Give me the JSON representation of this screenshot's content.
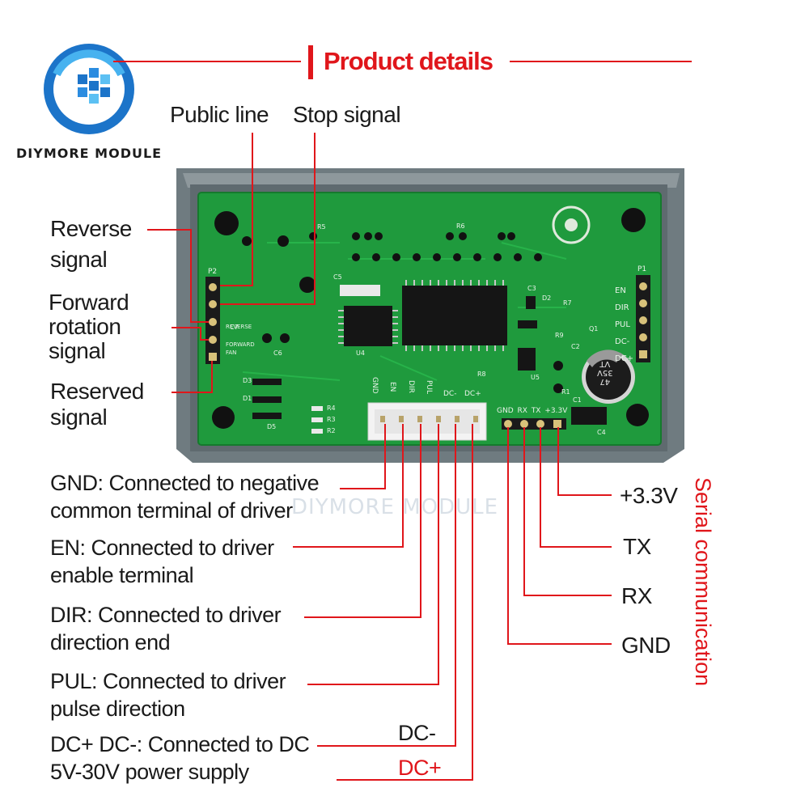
{
  "brand": {
    "name": "DIYMORE MODULE"
  },
  "header": {
    "title": "Product details"
  },
  "watermark": "DIYMORE MODULE",
  "top_labels": {
    "public_line": "Public line",
    "stop_signal": "Stop signal"
  },
  "left_labels": {
    "reverse": [
      "Reverse",
      "signal"
    ],
    "forward": [
      "Forward",
      "rotation",
      "signal"
    ],
    "reserved": [
      "Reserved",
      "signal"
    ]
  },
  "bottom_labels": {
    "gnd": [
      "GND: Connected to negative",
      "common terminal of driver"
    ],
    "en": [
      "EN: Connected to driver",
      "enable terminal"
    ],
    "dir": [
      "DIR: Connected to driver",
      "direction end"
    ],
    "pul": [
      "PUL: Connected to driver",
      "pulse direction"
    ],
    "dc": [
      "DC+ DC-: Connected to DC",
      "5V-30V power supply"
    ],
    "dc_minus": "DC-",
    "dc_plus": "DC+"
  },
  "serial": {
    "title": "Serial communication",
    "pins": {
      "v33": "+3.3V",
      "tx": "TX",
      "rx": "RX",
      "gnd": "GND"
    }
  },
  "board": {
    "left_header": "P2",
    "right_header": "P1",
    "right_pins": [
      "EN",
      "DIR",
      "PUL",
      "DC-",
      "DC+"
    ],
    "bottom_pins": [
      "GND",
      "EN",
      "DIR",
      "PUL",
      "DC-",
      "DC+"
    ],
    "serial_pins": [
      "GND",
      "RX",
      "TX",
      "+3.3V"
    ],
    "silk_left": [
      "REVERSE",
      "FORWARD",
      "FAN"
    ],
    "components": [
      "R5",
      "R6",
      "C5",
      "C3",
      "D2",
      "R7",
      "R9",
      "C2",
      "Q1",
      "U4",
      "U5",
      "C6",
      "C7",
      "D3",
      "D1",
      "D5",
      "R4",
      "R3",
      "R2",
      "R8",
      "R1",
      "C1",
      "C4"
    ],
    "capacitor": [
      "47",
      "35V",
      "VT"
    ]
  },
  "colors": {
    "accent": "#e0161b",
    "pcb": "#1f9a3d",
    "case": "#6f7b80"
  }
}
